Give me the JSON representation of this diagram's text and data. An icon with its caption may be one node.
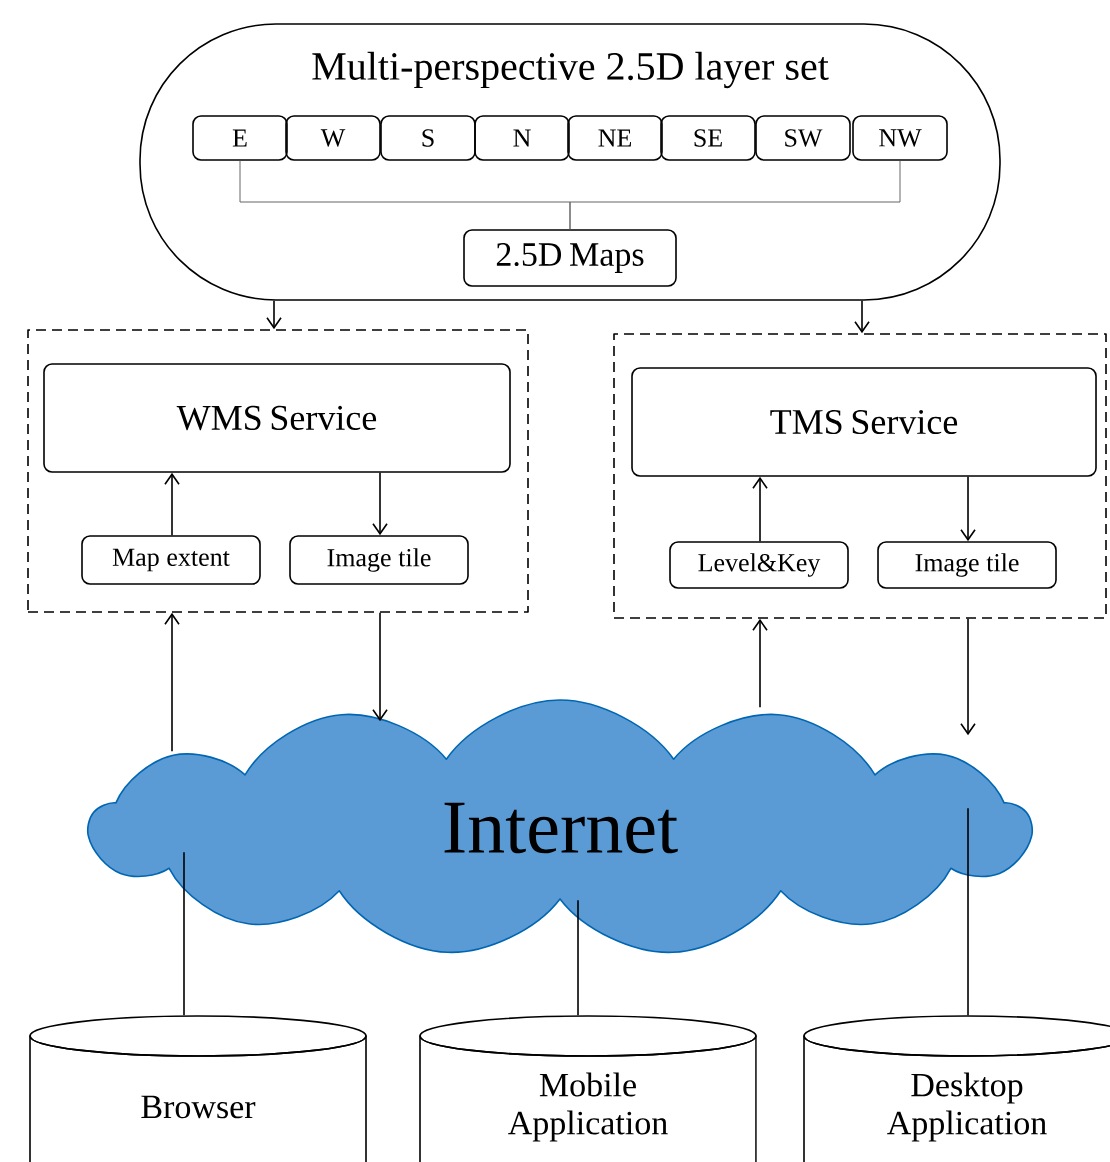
{
  "diagram": {
    "nodes": [
      {
        "text": [
          "Multi-perspective 2.5D layer set"
        ]
      },
      {
        "text": [
          "E"
        ],
        "in": 0
      },
      {
        "text": [
          "W"
        ],
        "in": 0
      },
      {
        "text": [
          "S"
        ],
        "in": 0
      },
      {
        "text": [
          "N"
        ],
        "in": 0
      },
      {
        "text": [
          "NE"
        ],
        "in": 0
      },
      {
        "text": [
          "SE"
        ],
        "in": 0
      },
      {
        "text": [
          "SW"
        ],
        "in": 0
      },
      {
        "text": [
          "NW"
        ],
        "in": 0
      },
      {
        "text": [
          "2.5D Maps"
        ],
        "in": 0
      },
      {
        "text": [],
        "shape": "box"
      },
      {
        "text": [
          "WMS Service"
        ],
        "in": 10
      },
      {
        "text": [
          "Map extent"
        ],
        "in": 10
      },
      {
        "text": [
          "Image tile"
        ],
        "in": 10
      },
      {
        "text": [],
        "shape": "box"
      },
      {
        "text": [
          "TMS Service"
        ],
        "in": 14
      },
      {
        "text": [
          "Level&Key"
        ],
        "in": 14
      },
      {
        "text": [
          "Image tile"
        ],
        "in": 14
      },
      {
        "text": [
          "Internet"
        ]
      },
      {
        "text": [
          "Browser"
        ]
      },
      {
        "text": [
          "Mobile Application"
        ]
      },
      {
        "text": [
          "Desktop Application"
        ]
      }
    ],
    "edges": [
      {
        "from": 1,
        "to": 9,
        "arrow": "none",
        "color": "#666666"
      },
      {
        "from": 8,
        "to": 9,
        "arrow": "none",
        "color": "#666666"
      },
      {
        "from": 0,
        "to": 10,
        "arrow": "to"
      },
      {
        "from": 0,
        "to": 14,
        "arrow": "to"
      },
      {
        "from": 12,
        "to": 11,
        "arrow": "to"
      },
      {
        "from": 11,
        "to": 13,
        "arrow": "to"
      },
      {
        "from": 16,
        "to": 15,
        "arrow": "to"
      },
      {
        "from": 15,
        "to": 17,
        "arrow": "to"
      },
      {
        "from": 18,
        "to": 10,
        "arrow": "to"
      },
      {
        "from": 10,
        "to": 18,
        "arrow": "to"
      },
      {
        "from": 18,
        "to": 14,
        "arrow": "to"
      },
      {
        "from": 14,
        "to": 18,
        "arrow": "to"
      },
      {
        "from": 19,
        "to": 18,
        "arrow": "none"
      },
      {
        "from": 20,
        "to": 18,
        "arrow": "none"
      },
      {
        "from": 21,
        "to": 18,
        "arrow": "none"
      }
    ]
  }
}
